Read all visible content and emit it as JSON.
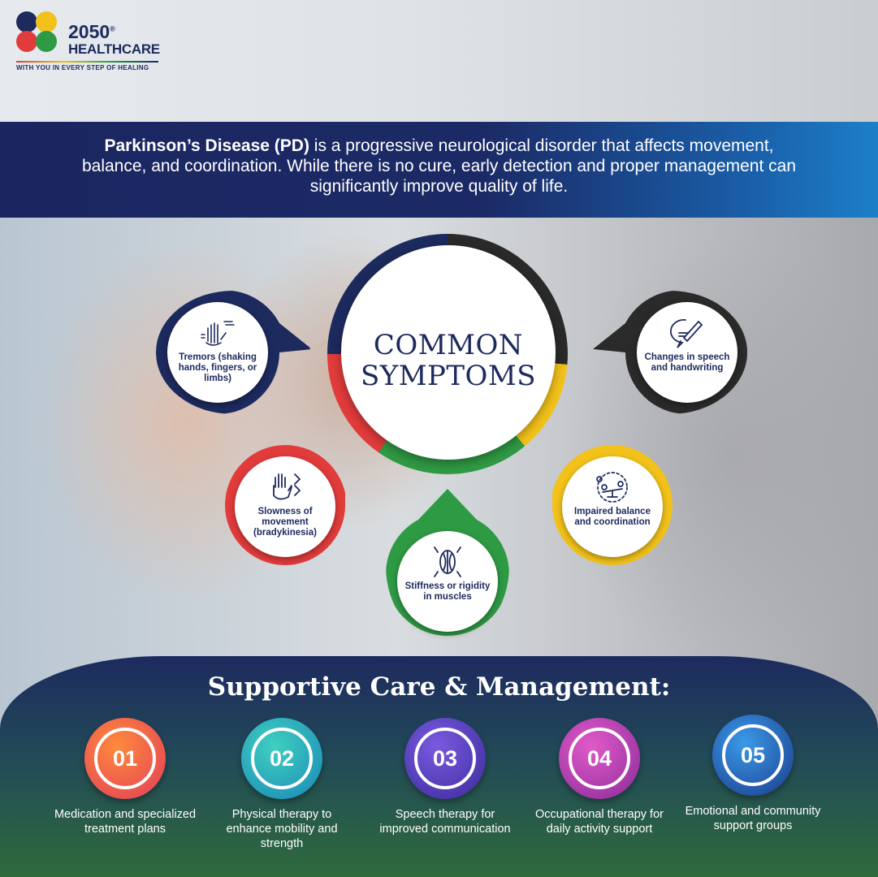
{
  "brand": {
    "number": "2050",
    "registered": "®",
    "name": "HEALTHCARE",
    "tagline": "WITH YOU IN EVERY STEP OF HEALING",
    "colors": [
      "#1d2a5e",
      "#f2c21a",
      "#e23b3b",
      "#2f9a44"
    ]
  },
  "intro": {
    "bold": "Parkinson’s Disease (PD)",
    "text": " is a progressive neurological disorder that affects movement, balance, and coordination. While there is no cure, early detection and proper management can significantly improve quality of life."
  },
  "center": {
    "line1": "COMMON",
    "line2": "SYMPTOMS"
  },
  "symptoms": [
    {
      "label": "Tremors (shaking hands, fingers, or limbs)",
      "icon": "shaking-hands-icon",
      "color": "#1d2a5e"
    },
    {
      "label": "Changes in speech and handwriting",
      "icon": "speech-pen-icon",
      "color": "#2a2a2a"
    },
    {
      "label": "Slowness of movement (bradykinesia)",
      "icon": "raised-hand-icon",
      "color": "#e23b3b"
    },
    {
      "label": "Stiffness or rigidity in muscles",
      "icon": "muscle-icon",
      "color": "#2f9a44"
    },
    {
      "label": "Impaired balance and coordination",
      "icon": "balance-scale-icon",
      "color": "#f2c21a"
    }
  ],
  "care": {
    "title": "Supportive Care & Management:",
    "steps": [
      {
        "num": "01",
        "text": "Medication and specialized treatment plans",
        "color": "#ef5a3c"
      },
      {
        "num": "02",
        "text": "Physical therapy to enhance mobility and strength",
        "color": "#1fa6b8"
      },
      {
        "num": "03",
        "text": "Speech therapy for improved communication",
        "color": "#5a3cb4"
      },
      {
        "num": "04",
        "text": "Occupational therapy for daily activity support",
        "color": "#b43ca0"
      },
      {
        "num": "05",
        "text": "Emotional and community support groups",
        "color": "#1a6ab8"
      }
    ]
  }
}
